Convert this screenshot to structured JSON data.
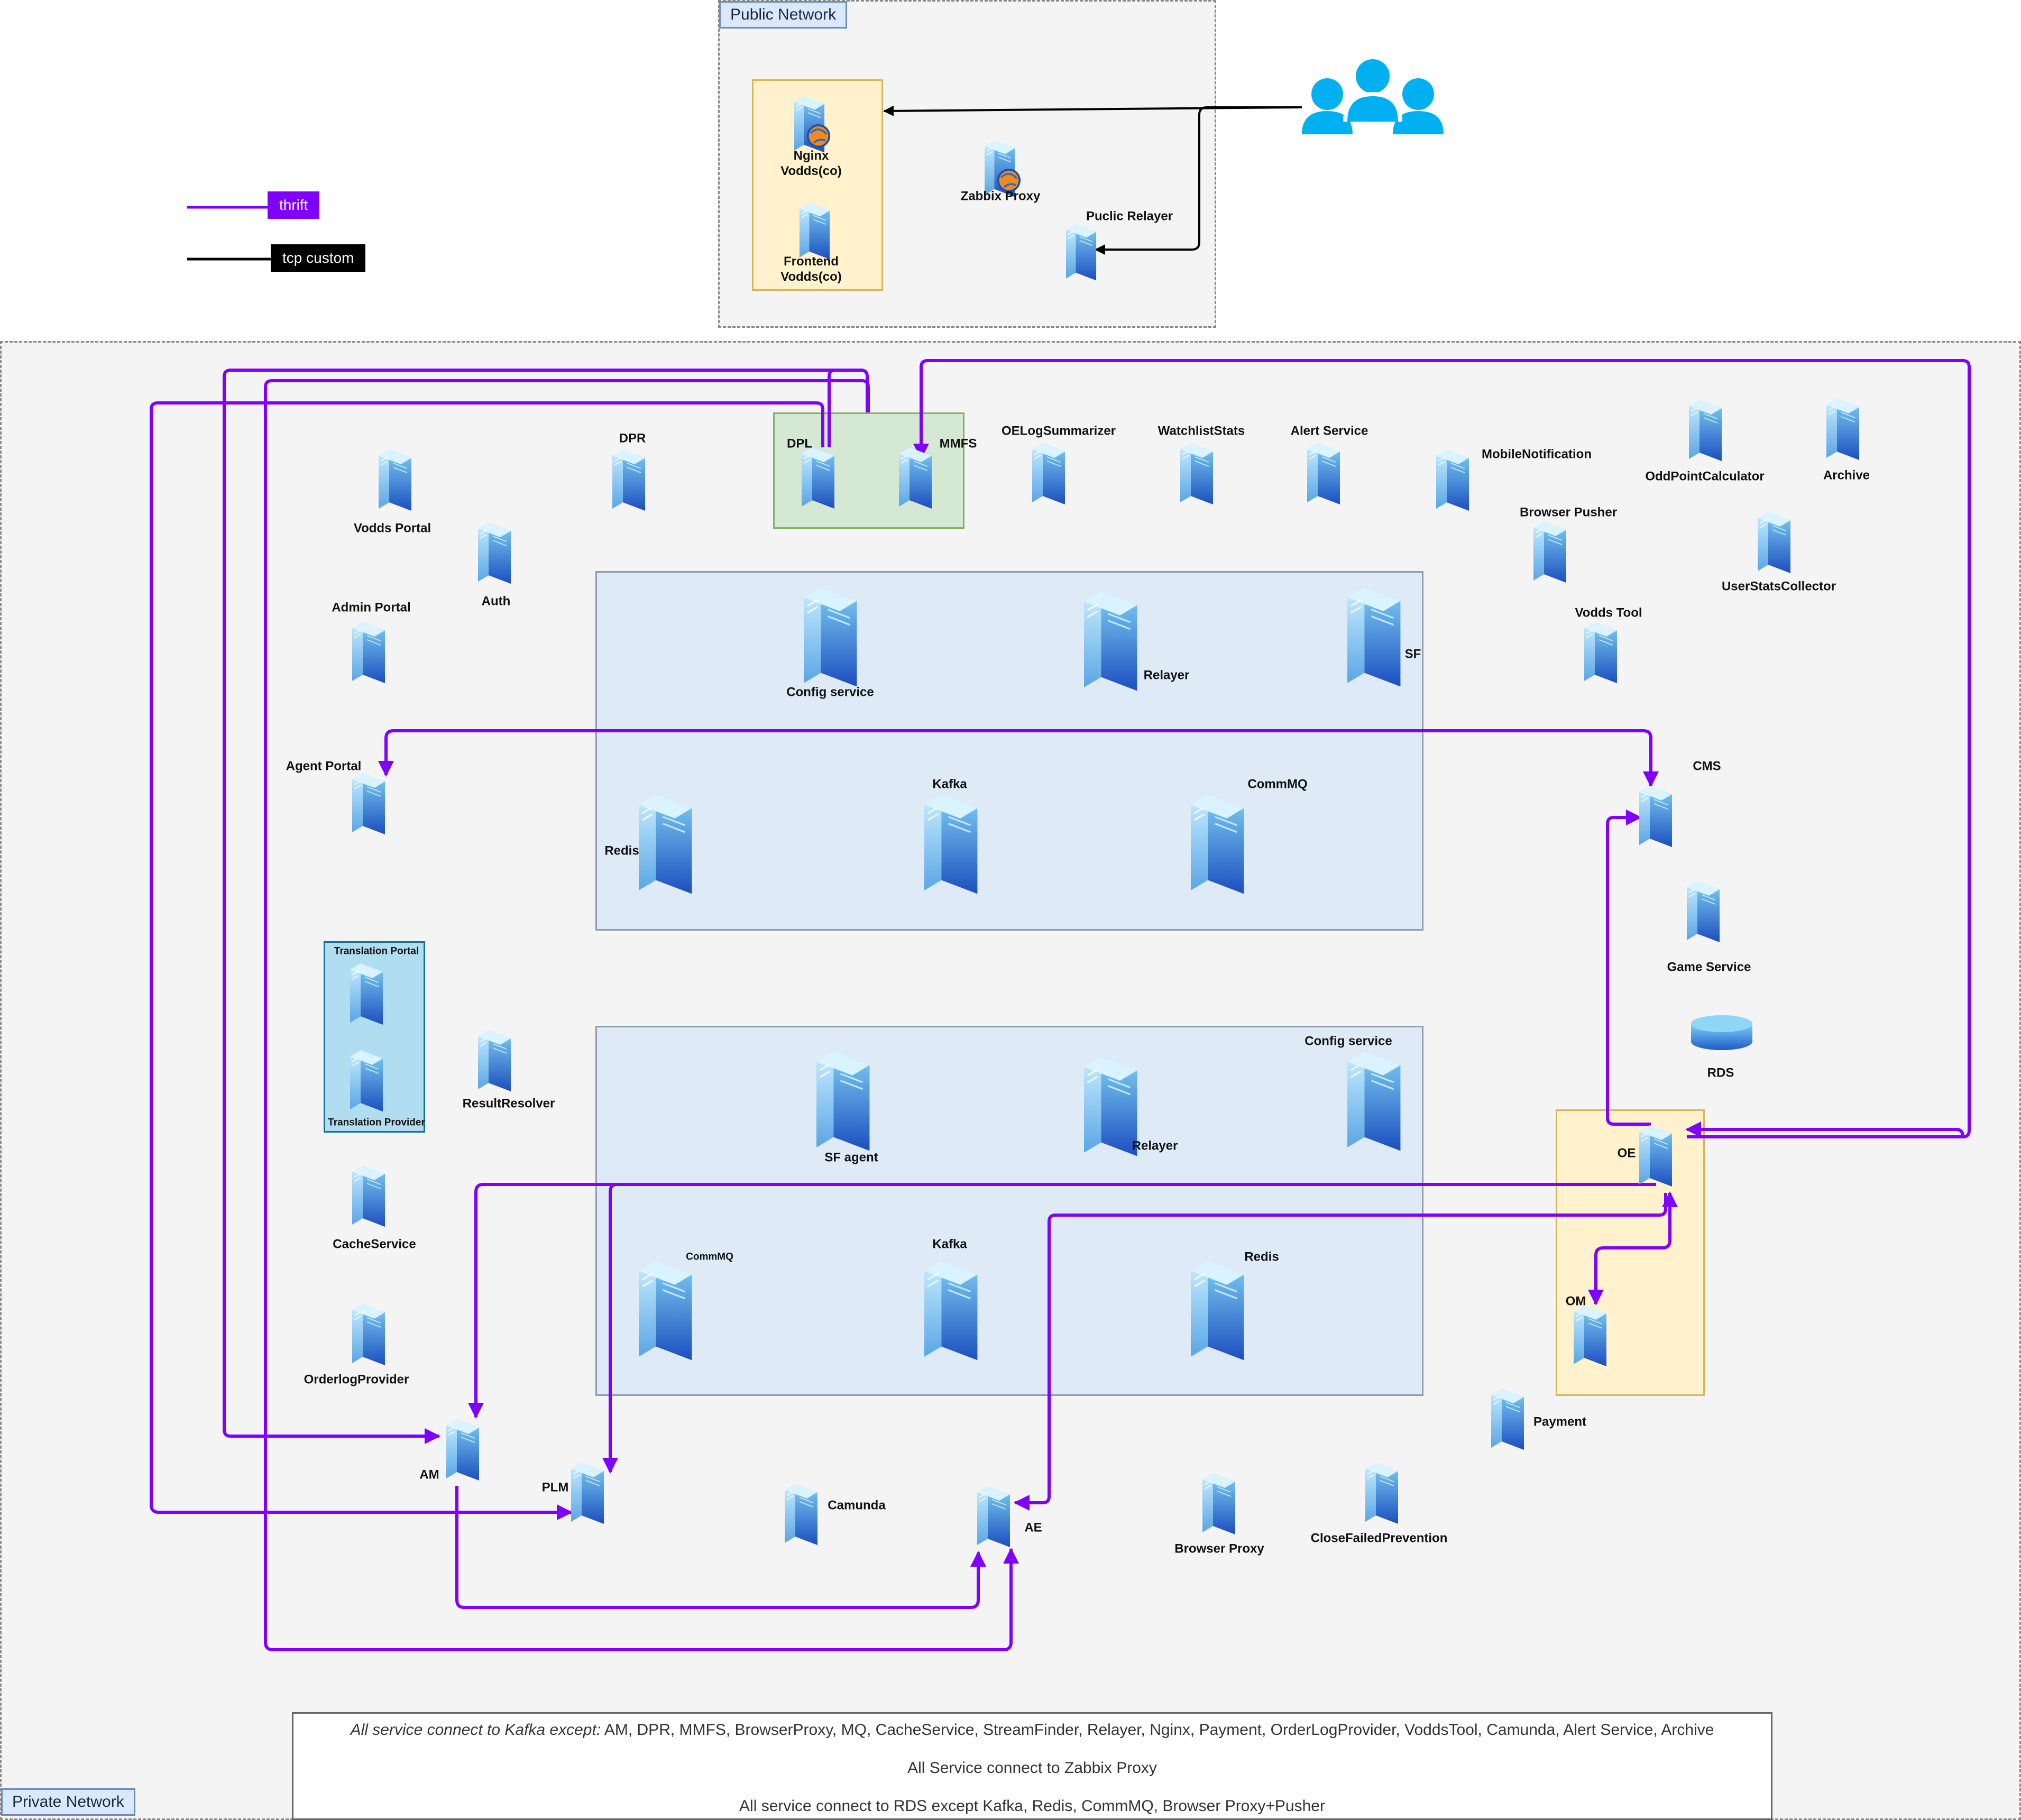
{
  "zones": {
    "public_network": "Public Network",
    "private_network": "Private Network",
    "translation_portal": "Translation Portal",
    "translation_provider": "Translation Provider"
  },
  "legend": {
    "thrift": "thrift",
    "tcp_custom": "tcp custom",
    "thrift_color": "#7f00ff",
    "tcp_color": "#000000"
  },
  "public": {
    "nginx": "Nginx\nVodds(co)",
    "frontend": "Frontend\nVodds(co)",
    "zabbix_proxy": "Zabbix Proxy",
    "public_relayer": "Puclic Relayer",
    "users_icon": "users-icon"
  },
  "services": {
    "vodds_portal": "Vodds Portal",
    "auth": "Auth",
    "dpr": "DPR",
    "dpl": "DPL",
    "mmfs": "MMFS",
    "oelog_summarizer": "OELogSummarizer",
    "watchlist_stats": "WatchlistStats",
    "alert_service": "Alert Service",
    "mobile_notification": "MobileNotification",
    "odd_point_calculator": "OddPointCalculator",
    "archive": "Archive",
    "browser_pusher": "Browser Pusher",
    "user_stats_collector": "UserStatsCollector",
    "admin_portal": "Admin Portal",
    "vodds_tool": "Vodds Tool",
    "agent_portal": "Agent Portal",
    "cms": "CMS",
    "game_service": "Game Service",
    "rds": "RDS",
    "result_resolver": "ResultResolver",
    "cache_service": "CacheService",
    "orderlog_provider": "OrderlogProvider",
    "oe": "OE",
    "om": "OM",
    "payment": "Payment",
    "am": "AM",
    "plm": "PLM",
    "camunda": "Camunda",
    "ae": "AE",
    "browser_proxy": "Browser Proxy",
    "close_failed_prevention": "CloseFailedPrevention"
  },
  "cluster_top": {
    "config_service": "Config service",
    "relayer": "Relayer",
    "sf": "SF",
    "redis": "Redis",
    "kafka": "Kafka",
    "commmq": "CommMQ"
  },
  "cluster_bottom": {
    "config_service": "Config service",
    "sf_agent": "SF agent",
    "relayer": "Relayer",
    "commmq": "CommMQ",
    "kafka": "Kafka",
    "redis": "Redis"
  },
  "notes": {
    "kafka_prefix": "All service connect to Kafka except:",
    "kafka_list": "AM, DPR, MMFS, BrowserProxy, MQ, CacheService, StreamFinder, Relayer, Nginx, Payment, OrderLogProvider, VoddsTool, Camunda, Alert Service, Archive",
    "zabbix": "All Service connect to Zabbix Proxy",
    "rds": "All service connect to RDS except Kafka, Redis, CommMQ, Browser Proxy+Pusher"
  }
}
